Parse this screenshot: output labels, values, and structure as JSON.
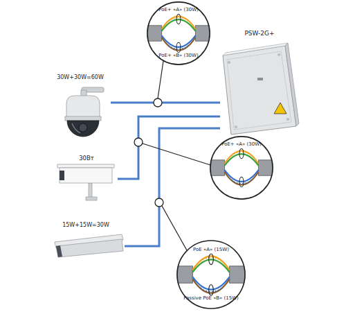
{
  "diagram": {
    "nodes": [
      {
        "text": [
          "PoE+ «A» (30W)",
          "PoE+ «B» (30W)"
        ]
      },
      {
        "text": [
          "PSW-2G+"
        ]
      },
      {
        "text": [
          "30W+30W=60W"
        ]
      },
      {
        "text": [
          "30Вт"
        ]
      },
      {
        "text": [
          "PoE+ «A» (30W)"
        ]
      },
      {
        "text": [
          "15W+15W=30W"
        ]
      },
      {
        "text": [
          "PoE «A» (15W)",
          "Passive PoE «B» (15W)"
        ]
      }
    ],
    "edges": [
      {
        "from": 2,
        "to": 1,
        "arrow": "none"
      },
      {
        "from": 3,
        "to": 1,
        "arrow": "none"
      },
      {
        "from": 5,
        "to": 1,
        "arrow": "none"
      }
    ]
  }
}
